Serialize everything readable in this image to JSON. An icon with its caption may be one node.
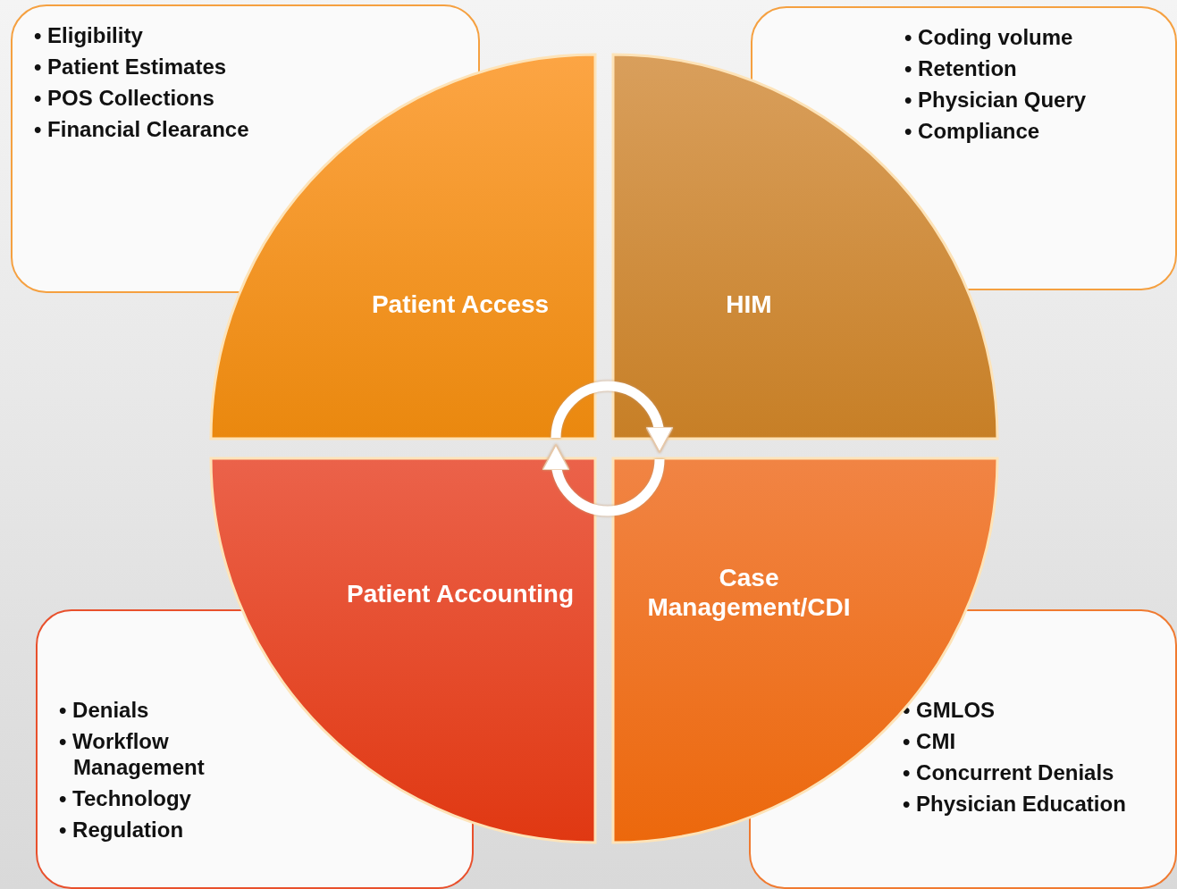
{
  "diagram": {
    "nodes": [
      {
        "text": [
          "• Eligibility",
          "• Patient Estimates",
          "• POS Collections",
          "• Financial Clearance"
        ]
      },
      {
        "text": [
          "• Coding volume",
          "• Retention",
          "• Physician Query",
          "• Compliance"
        ]
      },
      {
        "text": [
          "Patient Access"
        ]
      },
      {
        "text": [
          "HIM"
        ]
      },
      {
        "text": [
          "Patient Accounting"
        ]
      },
      {
        "text": [
          "Case Management/CDI"
        ]
      },
      {
        "text": [
          "• Denials",
          "• Workflow Management",
          "• Technology",
          "• Regulation"
        ]
      },
      {
        "text": [
          "• GMLOS",
          "• CMI",
          "• Concurrent Denials",
          "• Physician Education"
        ]
      }
    ],
    "edges": [
      {
        "from": 2,
        "to": 3,
        "arrow": "to"
      },
      {
        "from": 5,
        "to": 4,
        "arrow": "to"
      }
    ]
  }
}
